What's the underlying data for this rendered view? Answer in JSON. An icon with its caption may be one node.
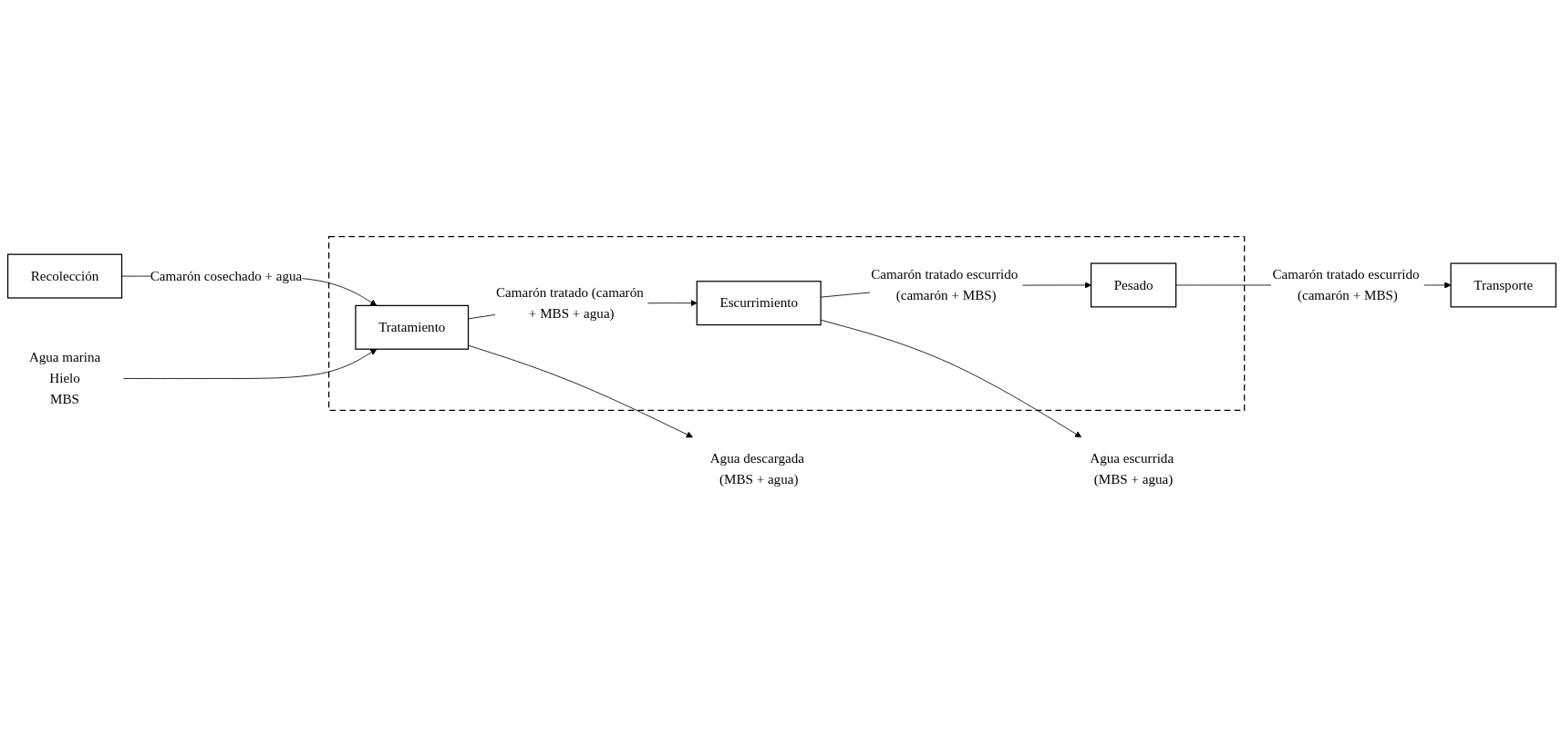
{
  "diagram": {
    "nodes": [
      {
        "text": [
          "Agua marina",
          "Hielo",
          "MBS"
        ]
      },
      {
        "text": [
          "Recolección"
        ]
      },
      {
        "text": [],
        "shape": "box"
      },
      {
        "text": [
          "Tratamiento"
        ],
        "in": 2
      },
      {
        "text": [
          "Escurrimiento"
        ],
        "in": 2
      },
      {
        "text": [
          "Pesado"
        ],
        "in": 2
      },
      {
        "text": [
          "Transporte"
        ]
      },
      {
        "text": [
          "Agua descargada (MBS + agua)"
        ]
      },
      {
        "text": [
          "Agua escurrida (MBS + agua)"
        ]
      }
    ],
    "edges": [
      {
        "from": 1,
        "to": 3,
        "arrow": "to",
        "label": "Camarón cosechado + agua"
      },
      {
        "from": 0,
        "to": 3,
        "arrow": "to"
      },
      {
        "from": 3,
        "to": 4,
        "arrow": "to",
        "label": "Camarón tratado (camarón + MBS + agua)"
      },
      {
        "from": 4,
        "to": 5,
        "arrow": "to",
        "label": "Camarón tratado escurrido (camarón + MBS)"
      },
      {
        "from": 5,
        "to": 6,
        "arrow": "to",
        "label": "Camarón tratado escurrido (camarón + MBS)"
      },
      {
        "from": 3,
        "to": 7,
        "arrow": "to"
      },
      {
        "from": 4,
        "to": 8,
        "arrow": "to"
      }
    ]
  }
}
